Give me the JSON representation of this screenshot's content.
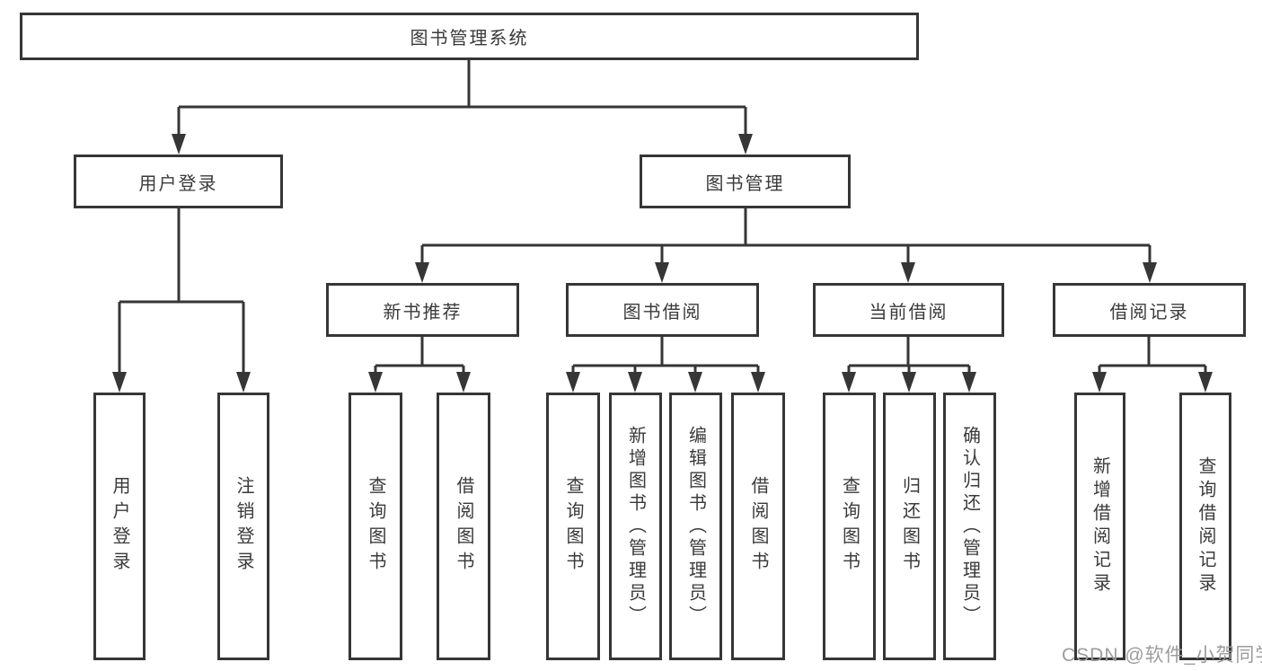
{
  "tree": {
    "label": "图书管理系统",
    "children": [
      {
        "label": "用户登录",
        "children": [
          {
            "label": "用户登录"
          },
          {
            "label": "注销登录"
          }
        ]
      },
      {
        "label": "图书管理",
        "children": [
          {
            "label": "新书推荐",
            "children": [
              {
                "label": "查询图书"
              },
              {
                "label": "借阅图书"
              }
            ]
          },
          {
            "label": "图书借阅",
            "children": [
              {
                "label": "查询图书"
              },
              {
                "label": "新增图书（管理员）"
              },
              {
                "label": "编辑图书（管理员）"
              },
              {
                "label": "借阅图书"
              }
            ]
          },
          {
            "label": "当前借阅",
            "children": [
              {
                "label": "查询图书"
              },
              {
                "label": "归还图书"
              },
              {
                "label": "确认归还（管理员）"
              }
            ]
          },
          {
            "label": "借阅记录",
            "children": [
              {
                "label": "新增借阅记录"
              },
              {
                "label": "查询借阅记录"
              }
            ]
          }
        ]
      }
    ]
  },
  "watermark": {
    "text": "CSDN @软件_小贺同学"
  },
  "colors": {
    "line": "#363636",
    "text": "#3a3a3a",
    "watermark": "#9c9c9c",
    "background": "#ffffff"
  }
}
